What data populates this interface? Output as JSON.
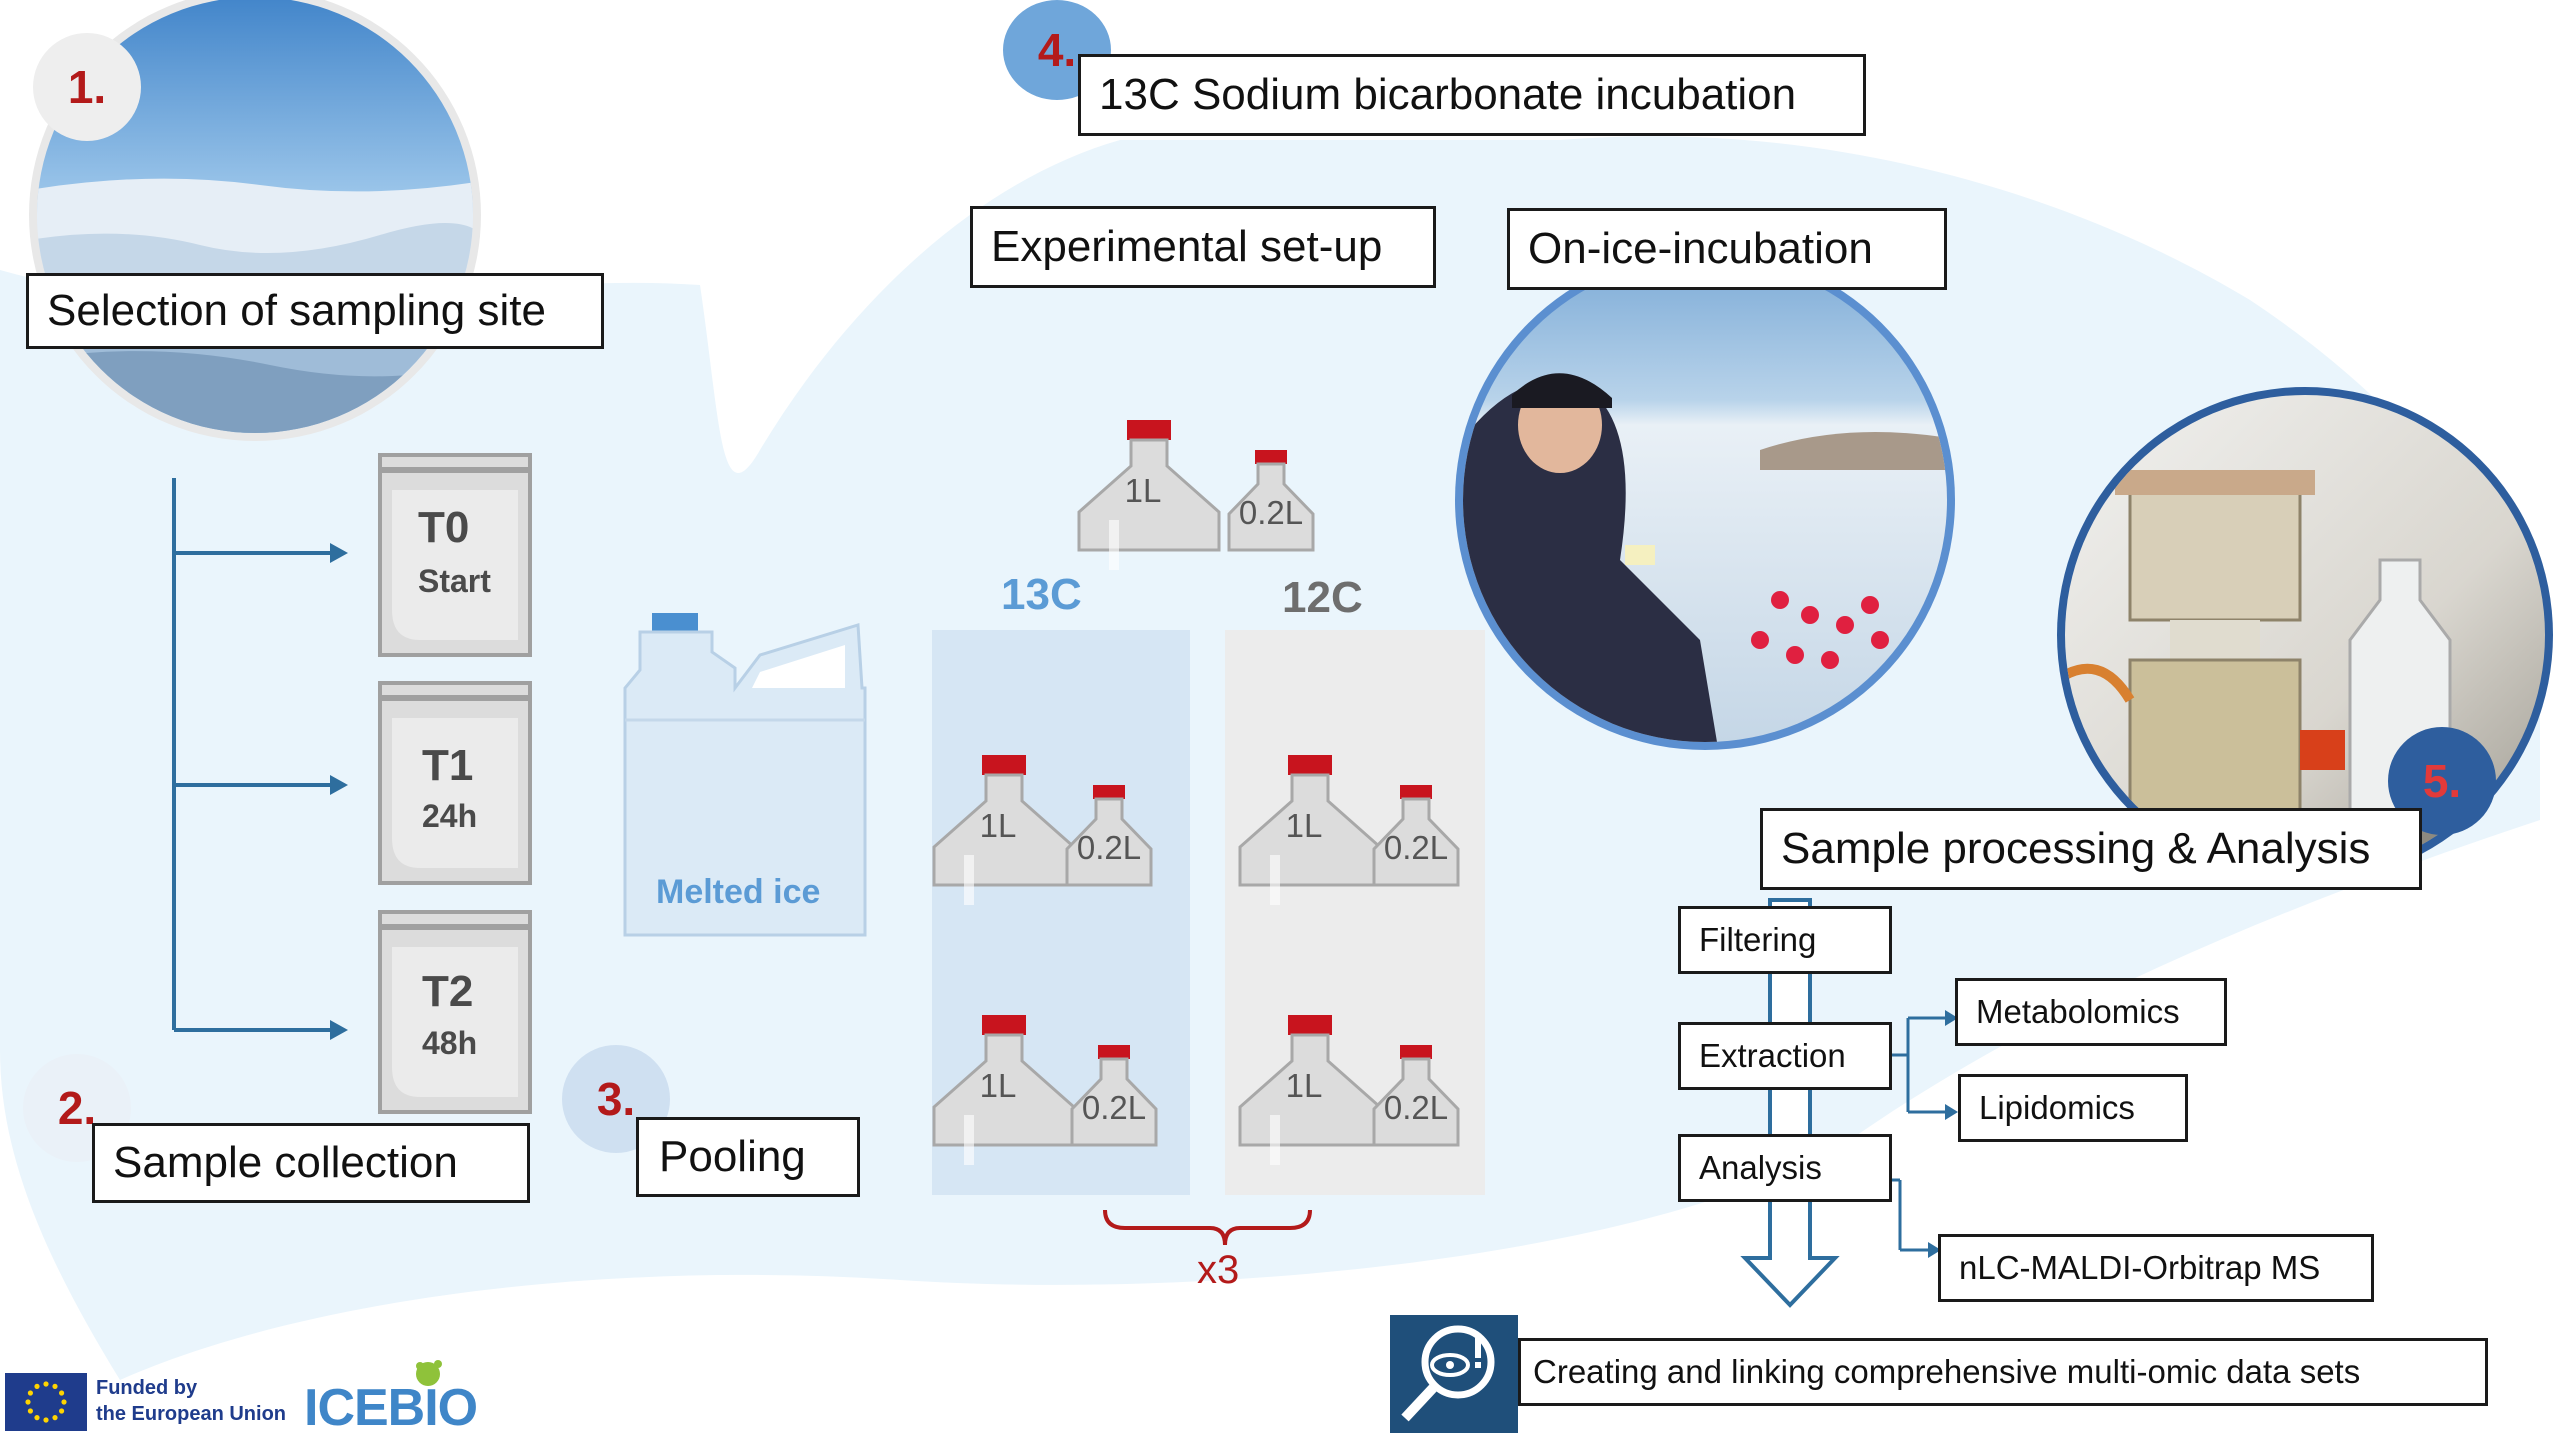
{
  "steps": [
    {
      "number": "1.",
      "title": "Selection of sampling site"
    },
    {
      "number": "2.",
      "title": "Sample collection"
    },
    {
      "number": "3.",
      "title": "Pooling"
    },
    {
      "number": "4.",
      "title": "13C Sodium bicarbonate incubation"
    },
    {
      "number": "5.",
      "title": "Sample processing & Analysis"
    }
  ],
  "setup": {
    "experimental": "Experimental set-up",
    "on_ice": "On-ice-incubation"
  },
  "timepoints": [
    {
      "label": "T0",
      "sub": "Start"
    },
    {
      "label": "T1",
      "sub": "24h"
    },
    {
      "label": "T2",
      "sub": "48h"
    }
  ],
  "pooling": {
    "canister_label": "Melted ice"
  },
  "bottles": {
    "large": "1L",
    "small": "0.2L"
  },
  "groups": {
    "labelled": "13C",
    "control": "12C",
    "replicates": "x3"
  },
  "processing": {
    "filtering": "Filtering",
    "extraction": "Extraction",
    "analysis": "Analysis",
    "metabolomics": "Metabolomics",
    "lipidomics": "Lipidomics",
    "ms": "nLC-MALDI-Orbitrap MS"
  },
  "outcome": "Creating and linking comprehensive multi-omic data sets",
  "funding": {
    "line1": "Funded by",
    "line2": "the European Union",
    "project": "ICEBIO"
  },
  "colors": {
    "accent_red": "#b31a1a",
    "label_blue": "#5b9bd5",
    "label_grey": "#6e6e6e",
    "arrow_blue": "#2e6e9e",
    "bg_blue": "#eaf5fc",
    "cap_red": "#c8141e"
  }
}
